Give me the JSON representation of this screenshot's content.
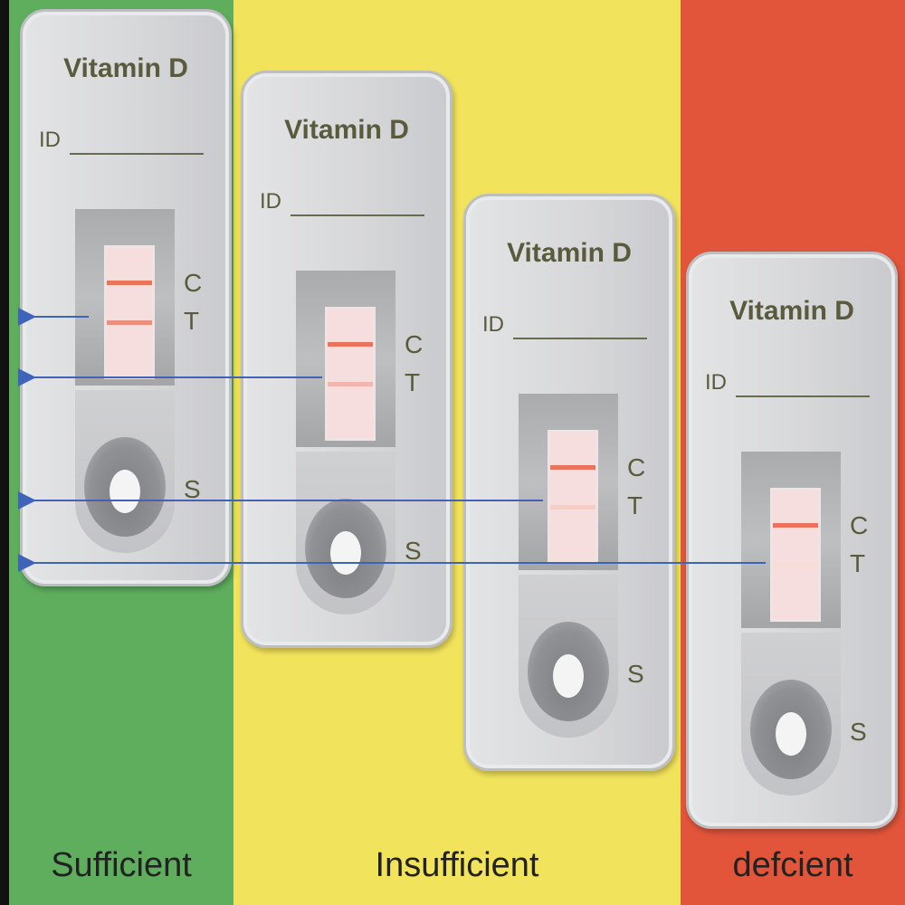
{
  "zones": [
    {
      "label": "Sufficient",
      "color": "#5fae5e"
    },
    {
      "label": "Insufficient",
      "color": "#f2e35c"
    },
    {
      "label": "defcient",
      "color": "#e2553a"
    }
  ],
  "cassettes": [
    {
      "title": "Vitamin D",
      "id_label": "ID",
      "c_label": "C",
      "t_label": "T",
      "s_label": "S",
      "t_line": "strong"
    },
    {
      "title": "Vitamin D",
      "id_label": "ID",
      "c_label": "C",
      "t_label": "T",
      "s_label": "S",
      "t_line": "medium"
    },
    {
      "title": "Vitamin D",
      "id_label": "ID",
      "c_label": "C",
      "t_label": "T",
      "s_label": "S",
      "t_line": "faint"
    },
    {
      "title": "Vitamin D",
      "id_label": "ID",
      "c_label": "C",
      "t_label": "T",
      "s_label": "S",
      "t_line": "very-faint"
    }
  ],
  "colors": {
    "control_line": "#e8735e",
    "arrow": "#3f63b8",
    "text": "#5a5a3c"
  }
}
